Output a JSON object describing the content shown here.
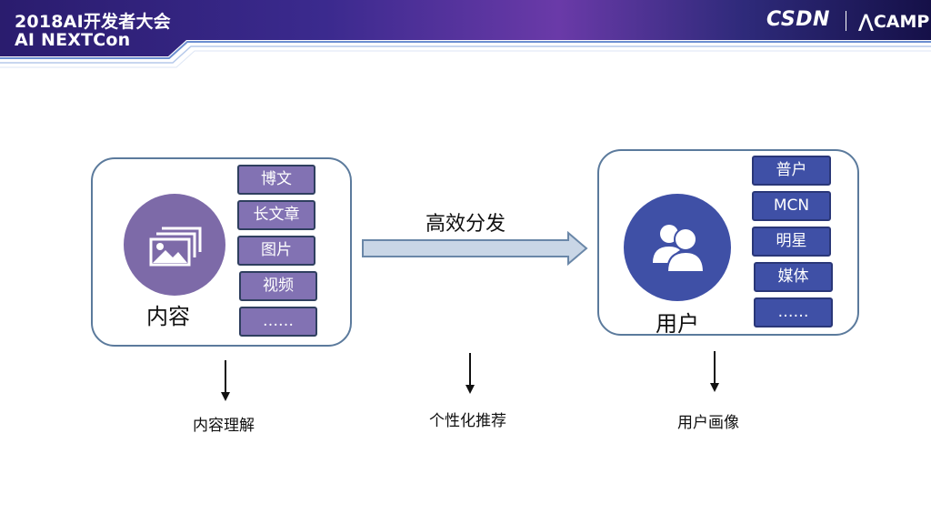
{
  "header": {
    "line1": "2018AI开发者大会",
    "line2": "AI NEXTCon",
    "logo_csdn": "CSDN",
    "logo_camp": "CAMP"
  },
  "content_panel": {
    "label": "内容",
    "icon": "images-icon",
    "tags": [
      "博文",
      "长文章",
      "图片",
      "视频",
      "……"
    ]
  },
  "user_panel": {
    "label": "用户",
    "icon": "users-icon",
    "tags": [
      "普户",
      "MCN",
      "明星",
      "媒体",
      "……"
    ]
  },
  "distribution_label": "高效分发",
  "bottom_labels": [
    "内容理解",
    "个性化推荐",
    "用户画像"
  ],
  "colors": {
    "banner_dark": "#1a1458",
    "banner_mid": "#3b2a8e",
    "content_circle": "#7d6aa8",
    "content_tag": "#8272b3",
    "user_circle": "#3f50a6",
    "user_tag": "#3f50a6",
    "panel_border": "#5b7a9c",
    "arrow_fill": "#c9d6e6",
    "arrow_stroke": "#6a87a8"
  }
}
